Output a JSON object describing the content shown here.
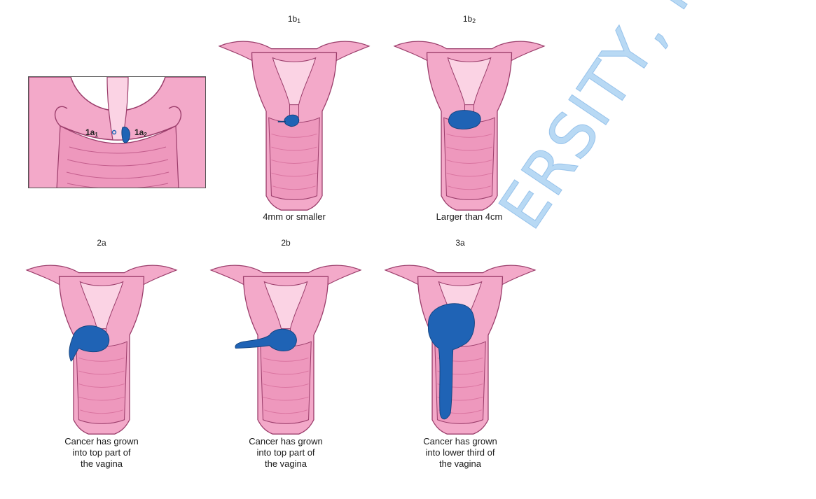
{
  "inset": {
    "label_1a1_main": "1a",
    "label_1a1_sub": "1",
    "label_1a2_main": "1a",
    "label_1a2_sub": "2"
  },
  "stages": [
    {
      "label_main": "1b",
      "label_sub": "1",
      "caption": "4mm or smaller",
      "tumor": "small"
    },
    {
      "label_main": "1b",
      "label_sub": "2",
      "caption": "Larger than 4cm",
      "tumor": "medium"
    },
    {
      "label_main": "2a",
      "label_sub": "",
      "caption": "Cancer has grown\ninto top part of\nthe vagina",
      "tumor": "2a"
    },
    {
      "label_main": "2b",
      "label_sub": "",
      "caption": "Cancer has grown\ninto top part of\nthe vagina",
      "tumor": "2b"
    },
    {
      "label_main": "3a",
      "label_sub": "",
      "caption": "Cancer has grown\ninto lower third of\nthe vagina",
      "tumor": "3a"
    }
  ],
  "watermark": "ERSITY, NIGERIA",
  "colors": {
    "tissue": "#f3a9c9",
    "tissue_dark": "#d9739f",
    "tissue_light": "#fbd3e4",
    "outline": "#9b3d6b",
    "tumor": "#1f63b5",
    "tumor_dark": "#12427e"
  }
}
